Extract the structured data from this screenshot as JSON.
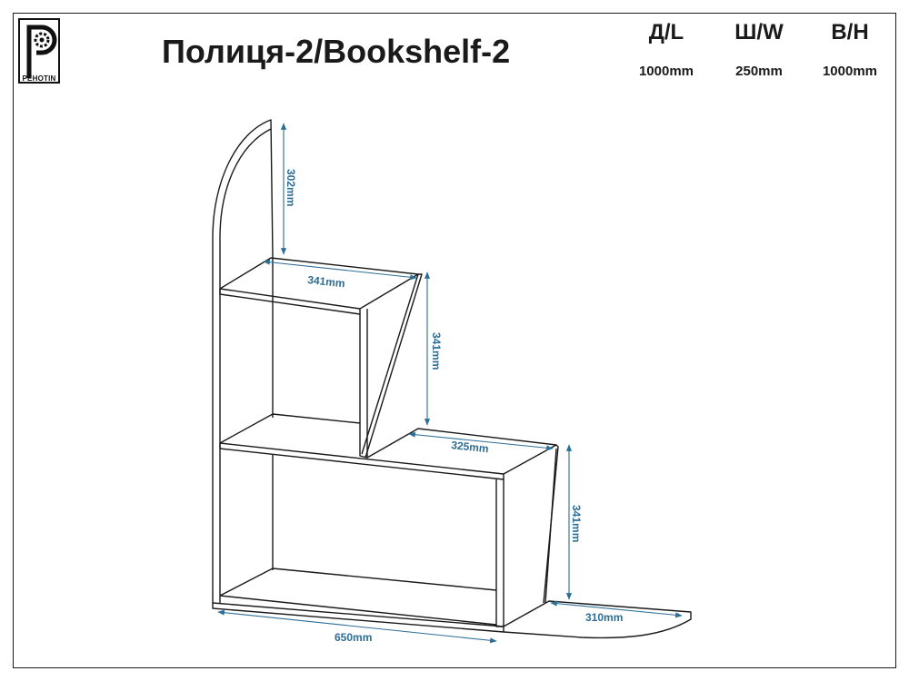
{
  "header": {
    "title": "Полиця-2/Bookshelf-2",
    "logo_text": "PEHOTIN",
    "dimensions": [
      {
        "label": "Д/L",
        "value": "1000mm"
      },
      {
        "label": "Ш/W",
        "value": "250mm"
      },
      {
        "label": "В/H",
        "value": "1000mm"
      }
    ]
  },
  "annotations": {
    "top_height": "302mm",
    "top_shelf_width": "341mm",
    "middle_height": "341mm",
    "middle_shelf_width": "325mm",
    "bottom_height": "341mm",
    "base_length": "650mm",
    "side_extension": "310mm"
  },
  "colors": {
    "line": "#1a1a1a",
    "dimension": "#2c6e96"
  }
}
